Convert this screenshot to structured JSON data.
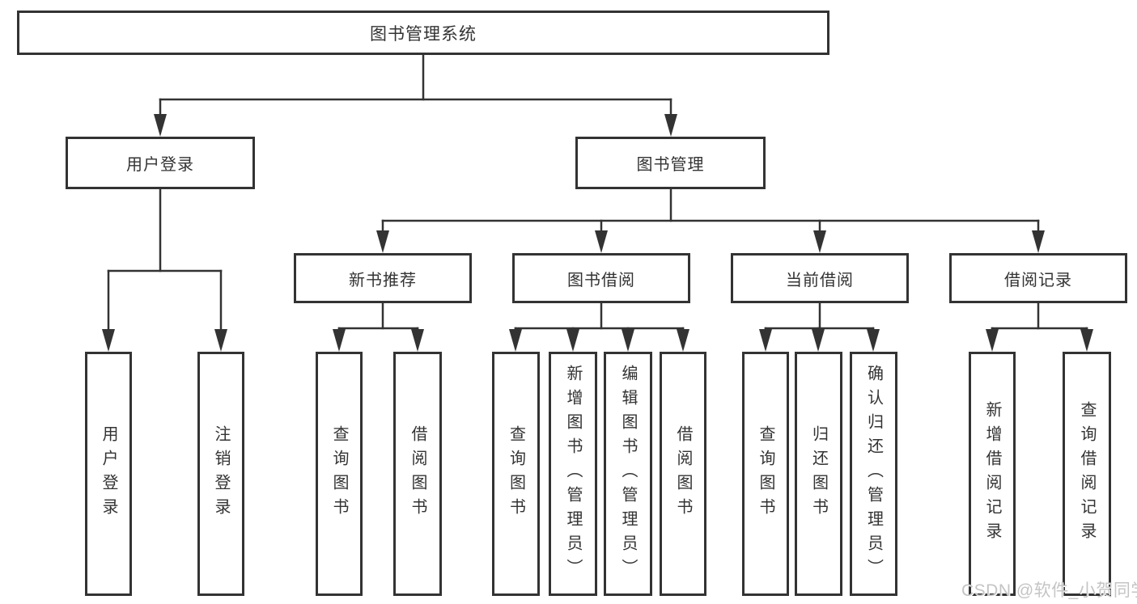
{
  "diagram": {
    "title": "图书管理系统",
    "level2": [
      {
        "label": "用户登录"
      },
      {
        "label": "图书管理"
      }
    ],
    "level3": [
      {
        "label": "新书推荐",
        "parent": "图书管理"
      },
      {
        "label": "图书借阅",
        "parent": "图书管理"
      },
      {
        "label": "当前借阅",
        "parent": "图书管理"
      },
      {
        "label": "借阅记录",
        "parent": "图书管理"
      }
    ],
    "leaves": [
      {
        "label": "用户登录",
        "parent": "用户登录"
      },
      {
        "label": "注销登录",
        "parent": "用户登录"
      },
      {
        "label": "查询图书",
        "parent": "新书推荐"
      },
      {
        "label": "借阅图书",
        "parent": "新书推荐"
      },
      {
        "label": "查询图书",
        "parent": "图书借阅"
      },
      {
        "label": "新增图书（管理员）",
        "parent": "图书借阅"
      },
      {
        "label": "编辑图书（管理员）",
        "parent": "图书借阅"
      },
      {
        "label": "借阅图书",
        "parent": "图书借阅"
      },
      {
        "label": "查询图书",
        "parent": "当前借阅"
      },
      {
        "label": "归还图书",
        "parent": "当前借阅"
      },
      {
        "label": "确认归还（管理员）",
        "parent": "当前借阅"
      },
      {
        "label": "新增借阅记录",
        "parent": "借阅记录"
      },
      {
        "label": "查询借阅记录",
        "parent": "借阅记录"
      }
    ],
    "colors": {
      "line": "#333333",
      "border": "#333333",
      "text": "#333333",
      "background": "#ffffff"
    }
  },
  "watermark": {
    "text": "CSDN @软件_小贺同学",
    "color": "#c4c4c4"
  }
}
